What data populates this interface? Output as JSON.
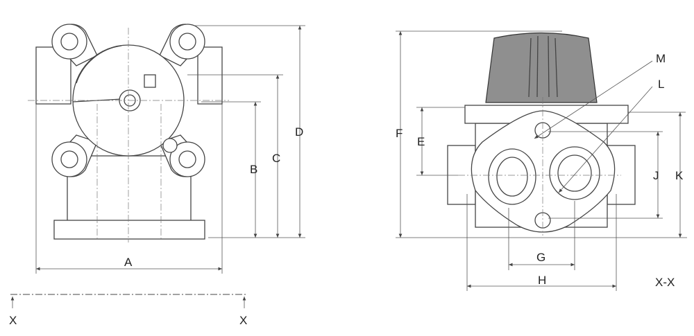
{
  "labels": {
    "A": "A",
    "B": "B",
    "C": "C",
    "D": "D",
    "E": "E",
    "F": "F",
    "G": "G",
    "H": "H",
    "J": "J",
    "K": "K",
    "L": "L",
    "M": "M",
    "section_left": "X",
    "section_right": "X",
    "section_view": "X-X"
  },
  "colors": {
    "line": "#444444",
    "cap": "#8f8f8f"
  }
}
